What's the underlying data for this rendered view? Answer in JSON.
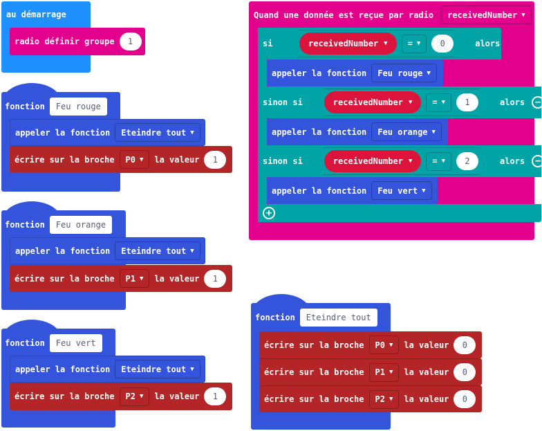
{
  "on_start": {
    "label": "au démarrage",
    "radio_block": {
      "label": "radio définir groupe",
      "value": "1"
    }
  },
  "functions": [
    {
      "keyword": "fonction",
      "name": "Feu rouge",
      "call": {
        "label": "appeler la fonction",
        "target": "Eteindre tout"
      },
      "write": {
        "label": "écrire sur la broche",
        "pin": "P0",
        "value_label": "la valeur",
        "value": "1"
      }
    },
    {
      "keyword": "fonction",
      "name": "Feu orange",
      "call": {
        "label": "appeler la fonction",
        "target": "Eteindre tout"
      },
      "write": {
        "label": "écrire sur la broche",
        "pin": "P1",
        "value_label": "la valeur",
        "value": "1"
      }
    },
    {
      "keyword": "fonction",
      "name": "Feu vert",
      "call": {
        "label": "appeler la fonction",
        "target": "Eteindre tout"
      },
      "write": {
        "label": "écrire sur la broche",
        "pin": "P2",
        "value_label": "la valeur",
        "value": "1"
      }
    }
  ],
  "eteindre": {
    "keyword": "fonction",
    "name": "Eteindre tout",
    "writes": [
      {
        "label": "écrire sur la broche",
        "pin": "P0",
        "value_label": "la valeur",
        "value": "0"
      },
      {
        "label": "écrire sur la broche",
        "pin": "P1",
        "value_label": "la valeur",
        "value": "0"
      },
      {
        "label": "écrire sur la broche",
        "pin": "P2",
        "value_label": "la valeur",
        "value": "0"
      }
    ]
  },
  "radio_event": {
    "label": "Quand une donnée est reçue par radio",
    "variable": "receivedNumber",
    "branches": [
      {
        "keyword": "si",
        "variable": "receivedNumber",
        "operator": "=",
        "value": "0",
        "then": "alors",
        "call_label": "appeler la fonction",
        "target": "Feu rouge"
      },
      {
        "keyword": "sinon si",
        "variable": "receivedNumber",
        "operator": "=",
        "value": "1",
        "then": "alors",
        "call_label": "appeler la fonction",
        "target": "Feu orange"
      },
      {
        "keyword": "sinon si",
        "variable": "receivedNumber",
        "operator": "=",
        "value": "2",
        "then": "alors",
        "call_label": "appeler la fonction",
        "target": "Feu vert"
      }
    ]
  },
  "colors": {
    "on_start": "#1e90ff",
    "radio": "#e3008c",
    "function": "#3455db",
    "pin": "#b32526",
    "logic": "#00a4a6",
    "variable": "#dc143c"
  }
}
